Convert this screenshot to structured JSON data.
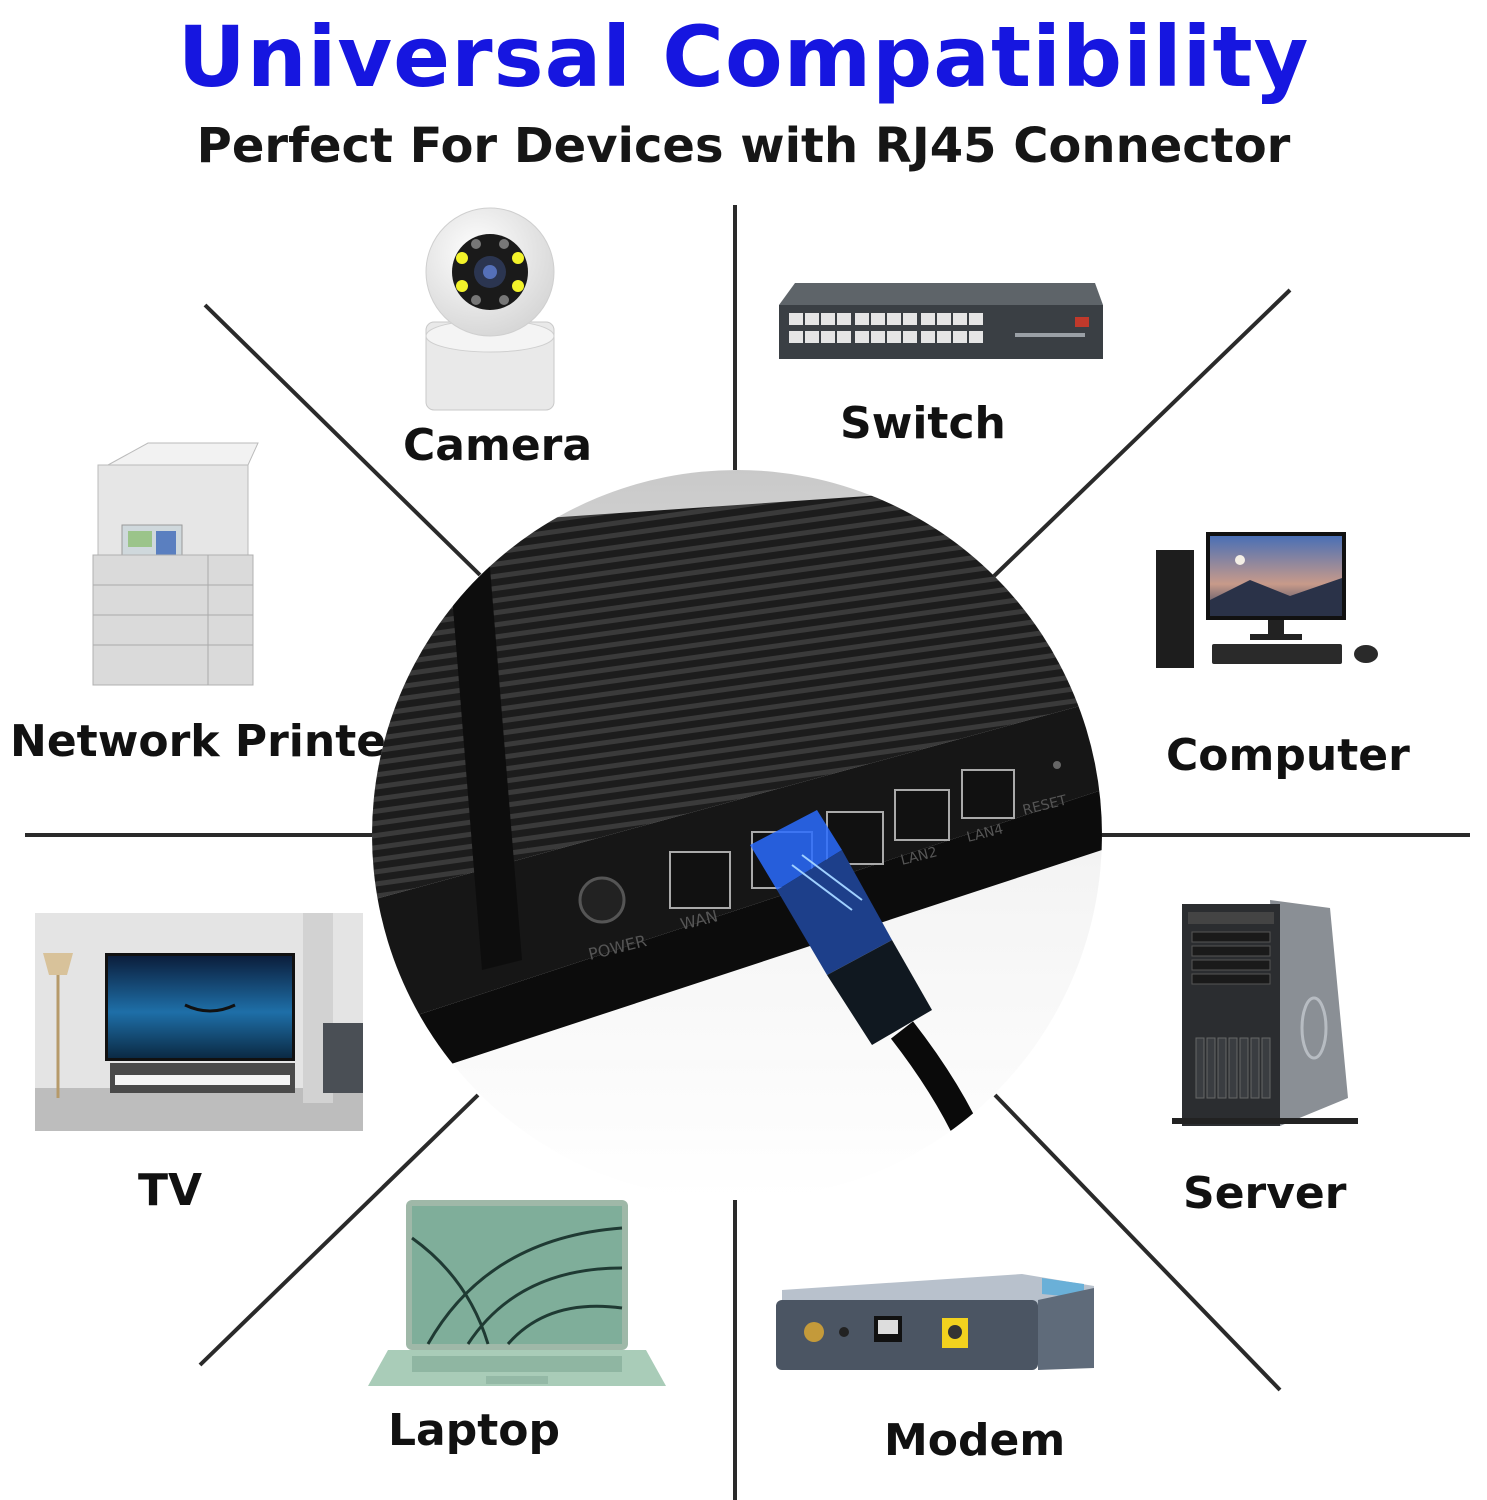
{
  "header": {
    "title": "Universal Compatibility",
    "subtitle": "Perfect For Devices with RJ45 Connector"
  },
  "devices": {
    "camera": "Camera",
    "switch": "Switch",
    "printer": "Network Printer",
    "computer": "Computer",
    "tv": "TV",
    "server": "Server",
    "laptop": "Laptop",
    "modem": "Modem"
  },
  "router_ports": {
    "power": "POWER",
    "wan": "WAN",
    "lan2": "LAN2",
    "lan4": "LAN4",
    "reset": "RESET"
  },
  "colors": {
    "title": "#1616e0",
    "cable_highlight": "#2a6cff"
  }
}
